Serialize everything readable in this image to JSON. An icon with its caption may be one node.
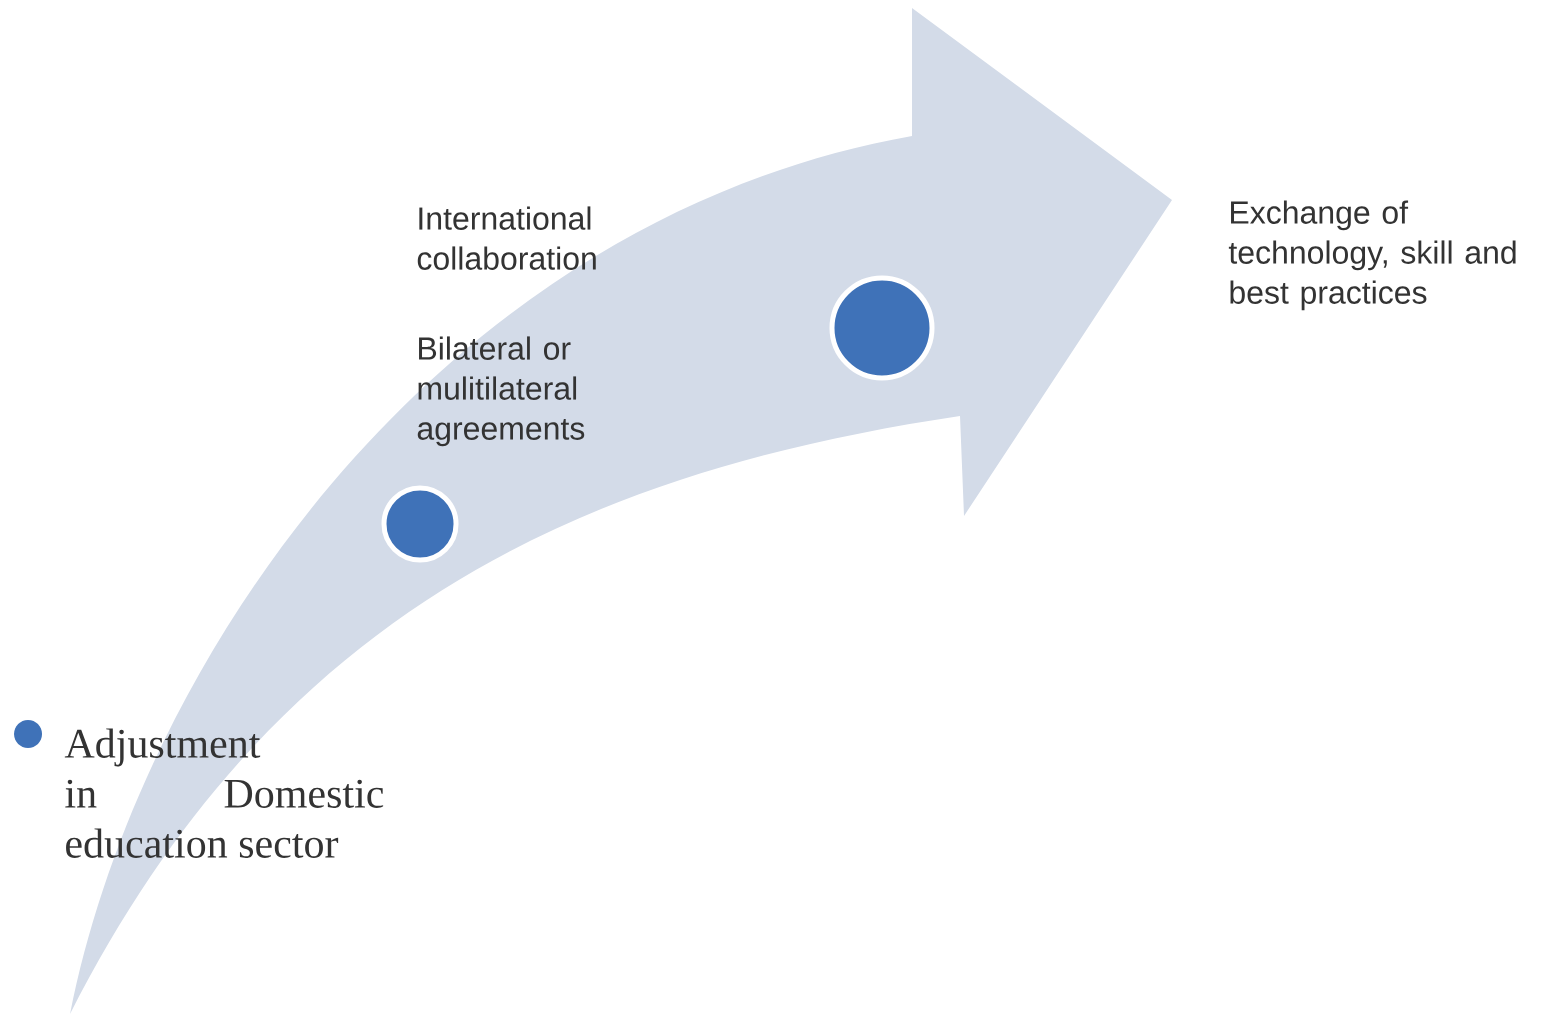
{
  "diagram": {
    "labels": [
      "International collaboration",
      "Bilateral or mulitilateral agreements",
      "Exchange of technology, skill and best practices",
      "Adjustment in Domestic education sector"
    ]
  }
}
